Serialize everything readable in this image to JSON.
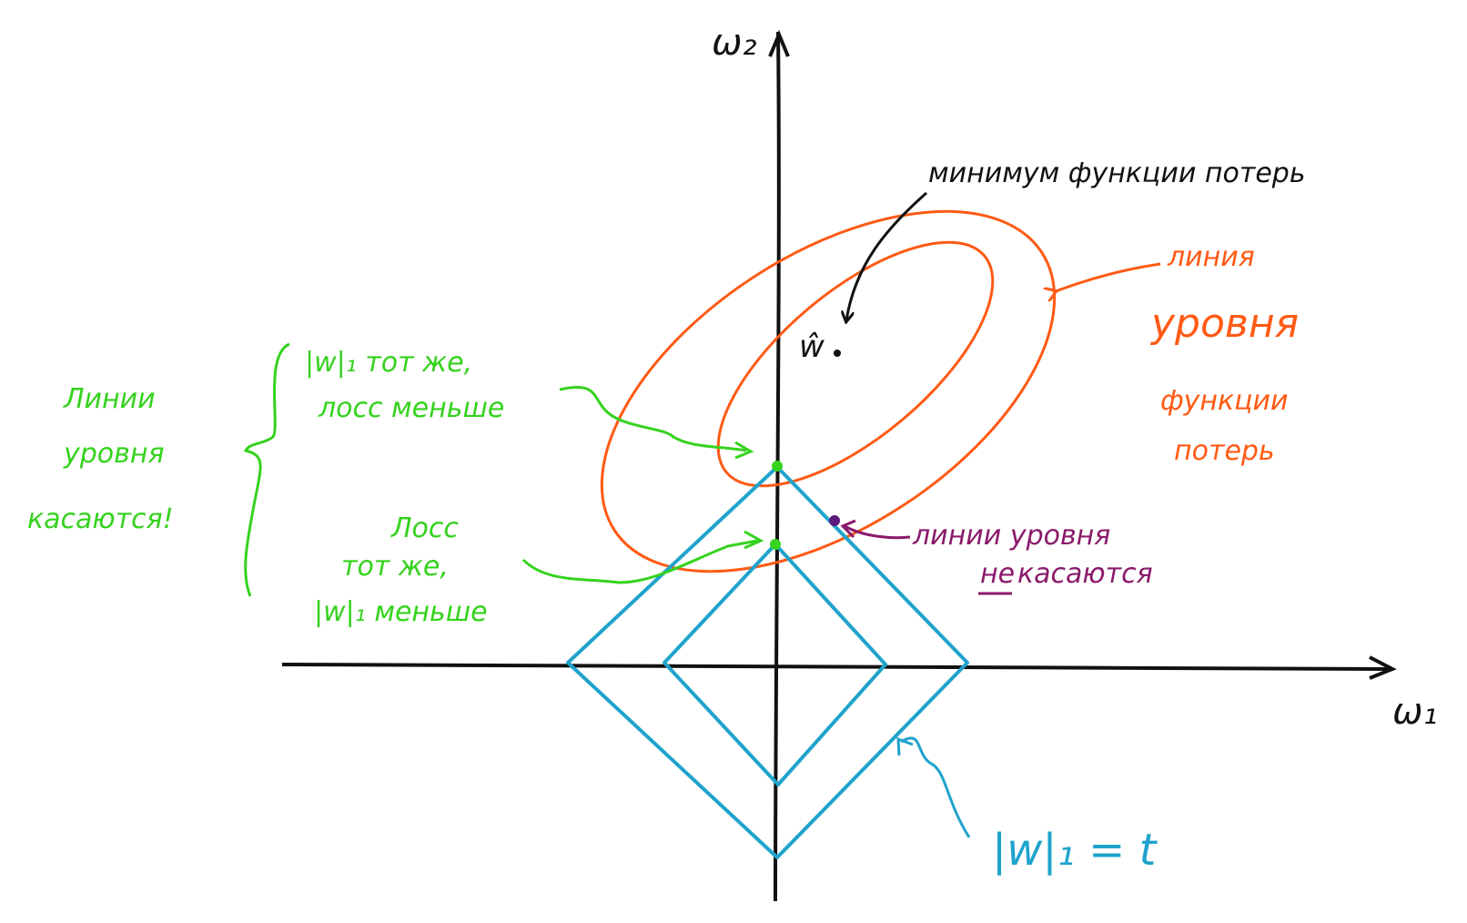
{
  "axes": {
    "x_label": "ω₁",
    "y_label": "ω₂"
  },
  "minimum": {
    "label": "ŵ",
    "caption": "минимум функции потерь"
  },
  "loss_level_lines_label": {
    "line1": "линия",
    "line2": "уровня",
    "line3": "функции",
    "line4": "потерь"
  },
  "norm_label": "|w|₁ = t",
  "green_annotations": {
    "side_line1": "Линии",
    "side_line2": "уровня",
    "side_line3": "касаются!",
    "top_line1": "|w|₁ тот же,",
    "top_line2": "лосс меньше",
    "bottom_line1": "Лосс",
    "bottom_line2": "тот же,",
    "bottom_line3": "|w|₁ меньше"
  },
  "purple_annotation": {
    "line1": "линии уровня",
    "line2_neg": "не",
    "line2_rest": "касаются"
  },
  "colors": {
    "axes": "#000000",
    "ellipse": "#ff5a14",
    "diamond": "#1fa3cc",
    "green": "#35d21e",
    "purple": "#8a1a6a",
    "text": "#111111"
  }
}
